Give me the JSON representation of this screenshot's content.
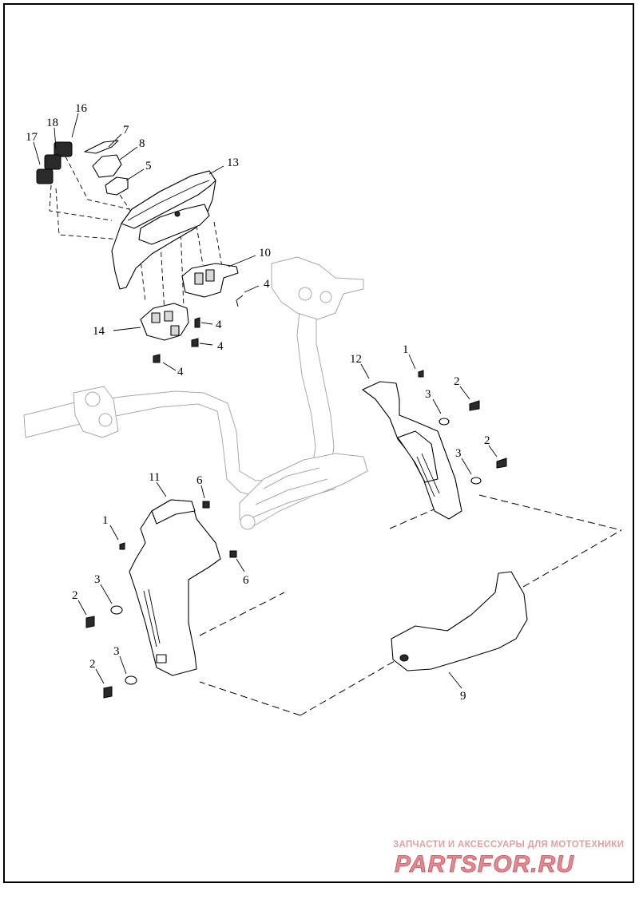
{
  "diagram": {
    "callouts": {
      "c1a": "1",
      "c1b": "1",
      "c2a": "2",
      "c2b": "2",
      "c2c": "2",
      "c2d": "2",
      "c3a": "3",
      "c3b": "3",
      "c3c": "3",
      "c3d": "3",
      "c4a": "4",
      "c4b": "4",
      "c4c": "4",
      "c4d": "4",
      "c5": "5",
      "c6a": "6",
      "c6b": "6",
      "c7": "7",
      "c8": "8",
      "c9": "9",
      "c10": "10",
      "c11": "11",
      "c12": "12",
      "c13": "13",
      "c14": "14",
      "c16": "16",
      "c17": "17",
      "c18": "18"
    }
  },
  "watermark": {
    "tagline": "ЗАПЧАСТИ И АКСЕССУАРЫ ДЛЯ МОТОТЕХНИКИ",
    "logo": "PARTSFOR.RU",
    "color": "#d9707a"
  }
}
